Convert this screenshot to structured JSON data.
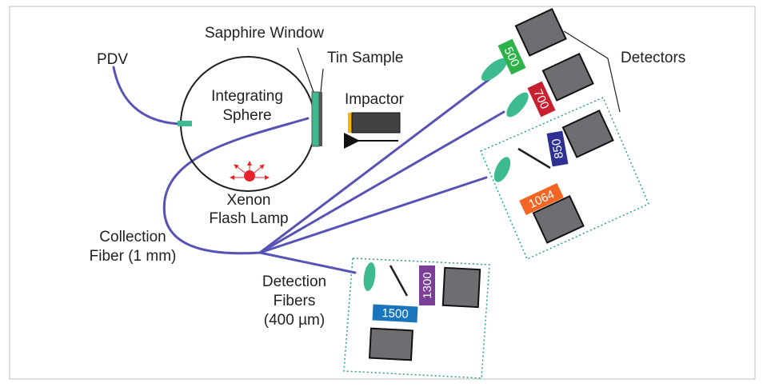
{
  "labels": {
    "pdv": "PDV",
    "sapphire_window": "Sapphire Window",
    "tin_sample": "Tin Sample",
    "integrating_sphere_line1": "Integrating",
    "integrating_sphere_line2": "Sphere",
    "impactor": "Impactor",
    "xenon_line1": "Xenon",
    "xenon_line2": "Flash Lamp",
    "collection_fiber_line1": "Collection",
    "collection_fiber_line2": "Fiber (1 mm)",
    "detection_fibers_line1": "Detection",
    "detection_fibers_line2": "Fibers",
    "detection_fibers_line3": "(400 µm)",
    "detectors": "Detectors"
  },
  "filters": [
    {
      "label": "500",
      "color": "#2db34a"
    },
    {
      "label": "700",
      "color": "#c8202f"
    },
    {
      "label": "850",
      "color": "#2e3192"
    },
    {
      "label": "1064",
      "color": "#f26522"
    },
    {
      "label": "1300",
      "color": "#7b3f98"
    },
    {
      "label": "1500",
      "color": "#1b75bc"
    }
  ],
  "colors": {
    "fiber": "#5753b5",
    "lens": "#3dbb8e",
    "detector": "#6d6e71",
    "lamp": "#e6232a",
    "box_outline": "#2a9d8f",
    "impactor_tip": "#f7b500"
  }
}
